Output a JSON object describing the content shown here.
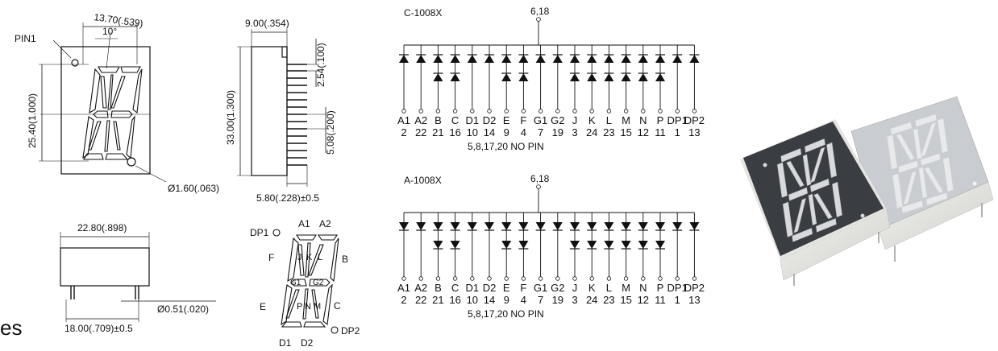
{
  "drawing": {
    "front_view": {
      "pin1_label": "PIN1",
      "width_dim": "13.70(.539)",
      "slant_dim": "10°",
      "height_dim": "25.40(1.000)",
      "hole_dim": "Ø1.60(.063)"
    },
    "side_view": {
      "depth_dim": "9.00(.354)",
      "height_dim": "33.00(1.300)",
      "pitch_dim": "2.54(.100)",
      "row_dim": "5.08(.200)",
      "lead_dim": "5.80(.228)±0.5"
    },
    "bottom_view": {
      "width_dim": "22.80(.898)",
      "lead_dia_dim": "Ø0.51(.020)",
      "span_dim": "18.00(.709)±0.5"
    },
    "segment_map": {
      "labels": [
        "DP1",
        "A1",
        "A2",
        "F",
        "J",
        "K",
        "L",
        "B",
        "G1",
        "G2",
        "E",
        "P",
        "N",
        "M",
        "C",
        "D1",
        "D2",
        "DP2"
      ]
    },
    "cut_text": "es"
  },
  "circuits": {
    "common_cathode": {
      "title": "C-1008X",
      "common_pins": "6,18",
      "segments": [
        "A1",
        "A2",
        "B",
        "C",
        "D1",
        "D2",
        "E",
        "F",
        "G1",
        "G2",
        "J",
        "K",
        "L",
        "M",
        "N",
        "P",
        "DP1",
        "DP2"
      ],
      "pins": [
        "2",
        "22",
        "21",
        "16",
        "10",
        "14",
        "9",
        "4",
        "7",
        "19",
        "3",
        "24",
        "23",
        "15",
        "12",
        "11",
        "1",
        "13"
      ],
      "no_pin_note": "5,8,17,20 NO PIN"
    },
    "common_anode": {
      "title": "A-1008X",
      "common_pins": "6,18",
      "segments": [
        "A1",
        "A2",
        "B",
        "C",
        "D1",
        "D2",
        "E",
        "F",
        "G1",
        "G2",
        "J",
        "K",
        "L",
        "M",
        "N",
        "P",
        "DP1",
        "DP2"
      ],
      "pins": [
        "2",
        "22",
        "21",
        "16",
        "10",
        "14",
        "9",
        "4",
        "7",
        "19",
        "3",
        "24",
        "23",
        "15",
        "12",
        "11",
        "1",
        "13"
      ],
      "no_pin_note": "5,8,17,20 NO PIN"
    },
    "double_diode_columns": [
      2,
      3,
      6,
      7,
      10,
      11,
      12,
      13,
      14,
      15
    ]
  },
  "product_photo": {
    "units": [
      "dark-face-display",
      "light-face-display"
    ],
    "colors": {
      "dark_face": "#3a3d42",
      "light_face": "#c9ccd0",
      "body": "#e6e6e2"
    }
  }
}
